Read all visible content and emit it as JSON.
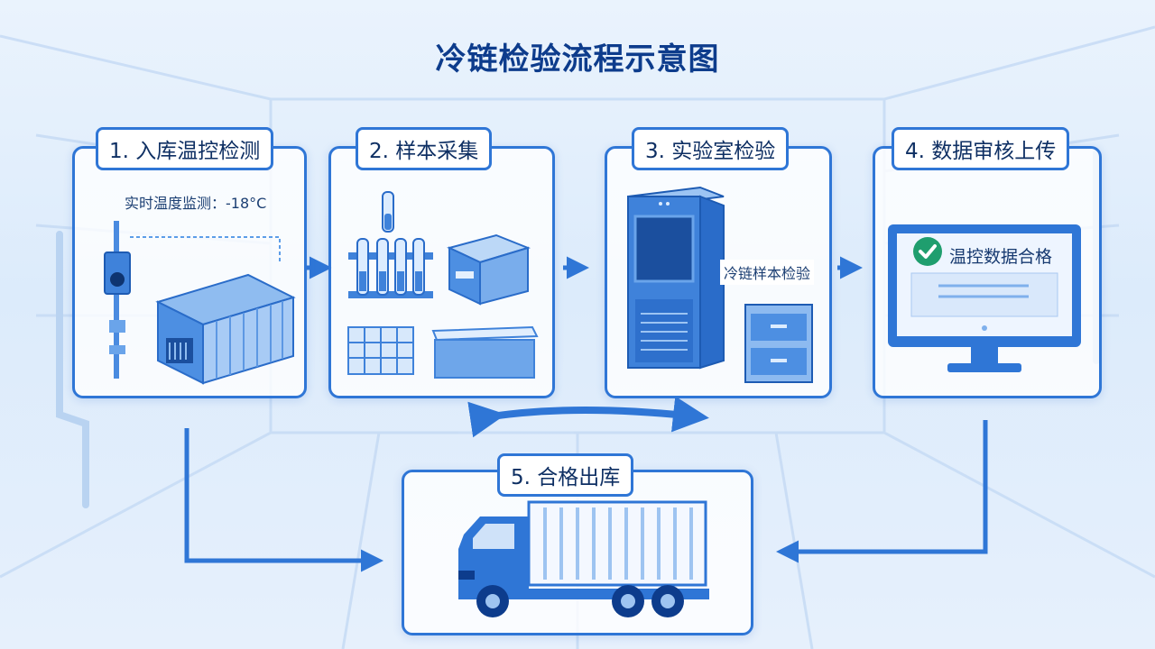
{
  "title": "冷链检验流程示意图",
  "steps": [
    {
      "label": "1. 入库温控检测",
      "detail": "实时温度监测：-18°C"
    },
    {
      "label": "2. 样本采集"
    },
    {
      "label": "3. 实验室检验",
      "detail": "冷链样本检验"
    },
    {
      "label": "4. 数据审核上传",
      "detail": "温控数据合格"
    },
    {
      "label": "5. 合格出库"
    }
  ],
  "colors": {
    "primary": "#2f76d6",
    "dark": "#0d3c8c",
    "light": "#cfe2f9",
    "check": "#1f9e6e"
  }
}
